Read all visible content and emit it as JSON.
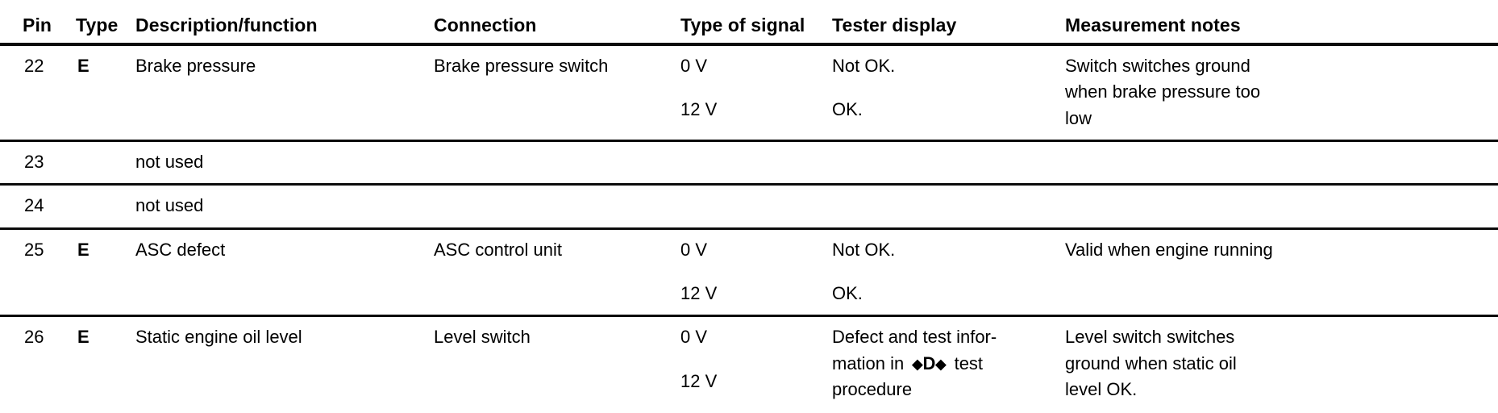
{
  "table": {
    "headers": [
      "Pin",
      "Type",
      "Description/function",
      "Connection",
      "Type of signal",
      "Tester display",
      "Measurement notes"
    ],
    "rows": [
      {
        "pin": "22",
        "type": "E",
        "description": "Brake pressure",
        "connection": "Brake pressure switch",
        "signal": [
          "0 V",
          "12 V"
        ],
        "tester": [
          "Not OK.",
          "OK."
        ],
        "notes_lines": [
          "Switch switches ground",
          "when brake pressure too",
          "low"
        ]
      },
      {
        "pin": "23",
        "type": "",
        "description": "not used",
        "connection": "",
        "signal": [],
        "tester": [],
        "notes_lines": []
      },
      {
        "pin": "24",
        "type": "",
        "description": "not used",
        "connection": "",
        "signal": [],
        "tester": [],
        "notes_lines": []
      },
      {
        "pin": "25",
        "type": "E",
        "description": "ASC defect",
        "connection": "ASC control unit",
        "signal": [
          "0 V",
          "12 V"
        ],
        "tester": [
          "Not OK.",
          "OK."
        ],
        "notes_lines": [
          "Valid when engine running"
        ]
      },
      {
        "pin": "26",
        "type": "E",
        "description": "Static engine oil level",
        "connection": "Level switch",
        "signal": [
          "0 V",
          "12 V"
        ],
        "tester_line1": "Defect and test infor-",
        "tester_line2_before": "mation in",
        "tester_diamond": "♦D♦",
        "tester_line2_after": "test",
        "tester_line3": "procedure",
        "notes_lines": [
          "Level switch switches",
          "ground when static oil",
          "level OK."
        ]
      }
    ]
  },
  "colors": {
    "text": "#000000",
    "rule": "#0b0b0b",
    "background": "#ffffff"
  }
}
